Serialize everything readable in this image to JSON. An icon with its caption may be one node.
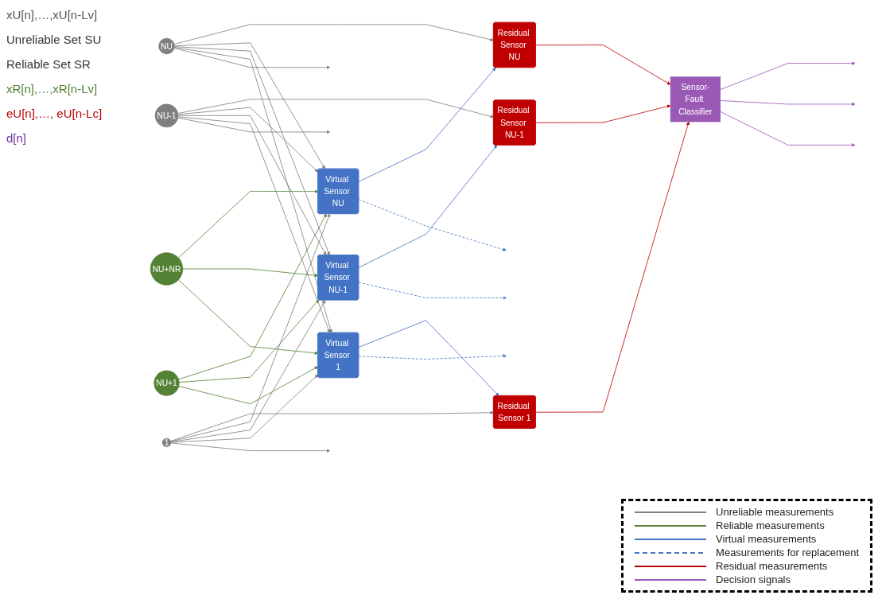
{
  "diagram": {
    "nodes": [
      {
        "text": [
          "1"
        ]
      },
      {
        "text": [
          "NU-1"
        ]
      },
      {
        "text": [
          "NU"
        ]
      },
      {
        "text": [
          "NU+1"
        ]
      },
      {
        "text": [
          "NU+NR"
        ]
      },
      {
        "text": [
          "Virtual Sensor 1"
        ]
      },
      {
        "text": [
          "Virtual Sensor NU-1"
        ]
      },
      {
        "text": [
          "Virtual Sensor NU"
        ]
      },
      {
        "text": [
          "Residual Sensor 1"
        ]
      },
      {
        "text": [
          "Residual Sensor NU-1"
        ]
      },
      {
        "text": [
          "Residual Sensor NU"
        ]
      },
      {
        "text": [
          "Sensor-Fault Classifier"
        ]
      }
    ],
    "edges": [
      {
        "from": 0,
        "to": null,
        "arrow": "to"
      },
      {
        "from": 5,
        "to": null,
        "arrow": "to",
        "style": "dashed",
        "color": "#4472c4"
      },
      {
        "from": 1,
        "to": null,
        "arrow": "to"
      },
      {
        "from": 6,
        "to": null,
        "arrow": "to",
        "style": "dashed",
        "color": "#4472c4"
      },
      {
        "from": 2,
        "to": null,
        "arrow": "to"
      },
      {
        "from": 7,
        "to": null,
        "arrow": "to",
        "style": "dashed",
        "color": "#4472c4"
      },
      {
        "from": 0,
        "to": 5,
        "arrow": "to"
      },
      {
        "from": 1,
        "to": 5,
        "arrow": "to"
      },
      {
        "from": 2,
        "to": 5,
        "arrow": "to"
      },
      {
        "from": 3,
        "to": 5,
        "arrow": "to",
        "color": "#548235"
      },
      {
        "from": 4,
        "to": 5,
        "arrow": "to",
        "color": "#548235"
      },
      {
        "from": 0,
        "to": 6,
        "arrow": "to"
      },
      {
        "from": 1,
        "to": 6,
        "arrow": "to"
      },
      {
        "from": 2,
        "to": 6,
        "arrow": "to"
      },
      {
        "from": 3,
        "to": 6,
        "arrow": "to",
        "color": "#548235"
      },
      {
        "from": 4,
        "to": 6,
        "arrow": "to",
        "color": "#548235"
      },
      {
        "from": 0,
        "to": 7,
        "arrow": "to"
      },
      {
        "from": 1,
        "to": 7,
        "arrow": "to"
      },
      {
        "from": 2,
        "to": 7,
        "arrow": "to"
      },
      {
        "from": 3,
        "to": 7,
        "arrow": "to",
        "color": "#548235"
      },
      {
        "from": 4,
        "to": 7,
        "arrow": "to",
        "color": "#548235"
      },
      {
        "from": 0,
        "to": 8,
        "arrow": "to"
      },
      {
        "from": 1,
        "to": 9,
        "arrow": "to"
      },
      {
        "from": 2,
        "to": 10,
        "arrow": "to"
      },
      {
        "from": 5,
        "to": 8,
        "arrow": "to",
        "color": "#4472c4"
      },
      {
        "from": 6,
        "to": 9,
        "arrow": "to",
        "color": "#4472c4"
      },
      {
        "from": 7,
        "to": 10,
        "arrow": "to",
        "color": "#4472c4"
      },
      {
        "from": 8,
        "to": 11,
        "arrow": "to",
        "color": "#c00000"
      },
      {
        "from": 9,
        "to": 11,
        "arrow": "to",
        "color": "#c00000"
      },
      {
        "from": 10,
        "to": 11,
        "arrow": "to",
        "color": "#c00000"
      },
      {
        "from": 11,
        "to": null,
        "arrow": "to",
        "color": "#9b59b6"
      },
      {
        "from": 11,
        "to": null,
        "arrow": "to",
        "color": "#9b59b6"
      },
      {
        "from": 11,
        "to": null,
        "arrow": "to",
        "color": "#9b59b6"
      }
    ],
    "labels": [
      "xU[n],…,xU[n-Lv]",
      "Unreliable Set SU",
      "Reliable Set SR",
      "xR[n],…,xR[n-Lv]",
      "eU[n],…, eU[n-Lc]",
      "d[n]"
    ],
    "legend": [
      {
        "text": "Unreliable measurements"
      },
      {
        "text": "Reliable measurements"
      },
      {
        "text": "Virtual measurements"
      },
      {
        "text": "Measurements for replacement"
      },
      {
        "text": "Residual measurements"
      },
      {
        "text": "Decision signals"
      }
    ]
  }
}
